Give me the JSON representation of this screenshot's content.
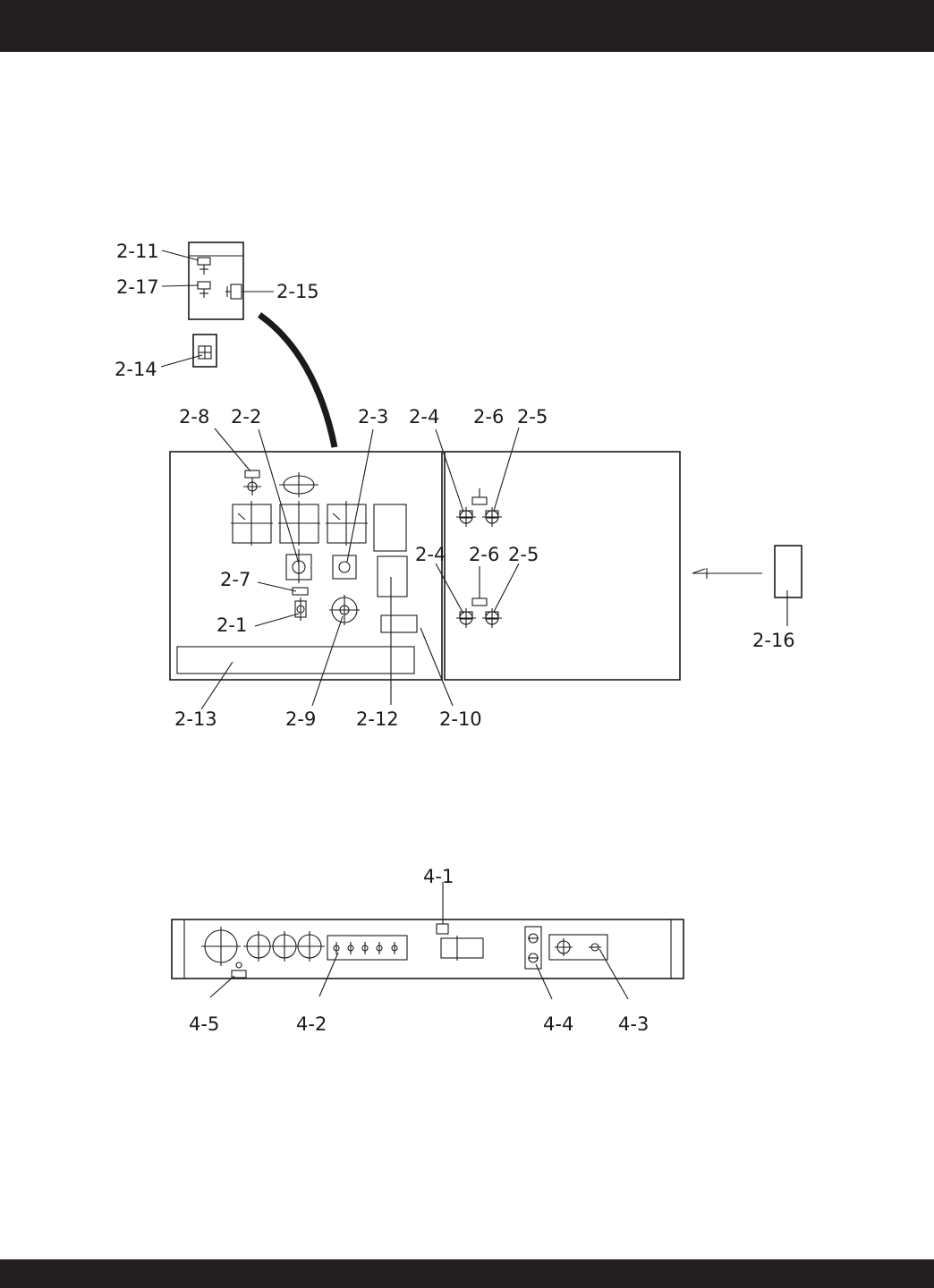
{
  "diagram": {
    "labels_panel": {
      "l_2_11": "2-11",
      "l_2_17": "2-17",
      "l_2_15": "2-15",
      "l_2_14": "2-14",
      "l_2_8": "2-8",
      "l_2_2": "2-2",
      "l_2_3": "2-3",
      "l_2_4_top": "2-4",
      "l_2_6_top": "2-6",
      "l_2_5_top": "2-5",
      "l_2_4_mid": "2-4",
      "l_2_6_mid": "2-6",
      "l_2_5_mid": "2-5",
      "l_2_7": "2-7",
      "l_2_1": "2-1",
      "l_2_16": "2-16",
      "l_2_13": "2-13",
      "l_2_9": "2-9",
      "l_2_12": "2-12",
      "l_2_10": "2-10"
    },
    "labels_rear": {
      "l_4_1": "4-1",
      "l_4_5": "4-5",
      "l_4_2": "4-2",
      "l_4_4": "4-4",
      "l_4_3": "4-3"
    },
    "colors": {
      "band": "#231f20",
      "line": "#1a1a1a",
      "background": "#ffffff"
    }
  }
}
